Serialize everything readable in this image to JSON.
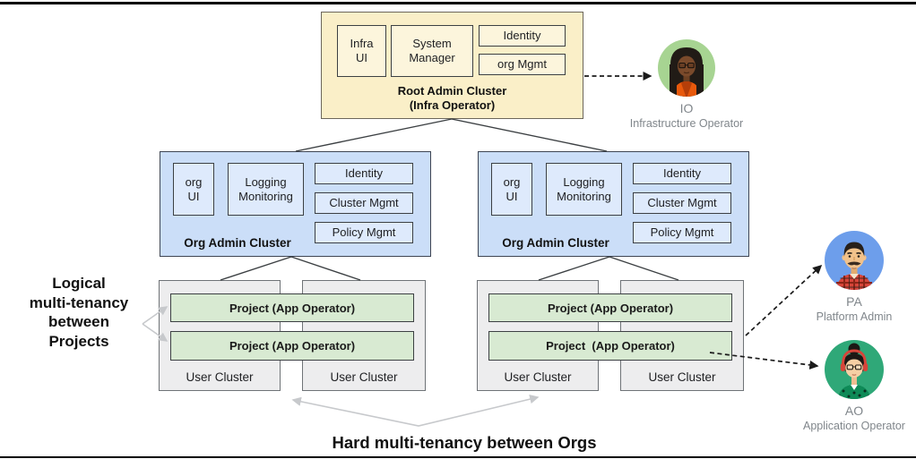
{
  "colors": {
    "root_fill": "#FAEFC8",
    "root_module_fill": "#FCF5DC",
    "root_border": "#6C675B",
    "org_fill": "#CBDEF8",
    "org_module_fill": "#DEEAFC",
    "org_border": "#3E4553",
    "module_border": "#3C4043",
    "project_fill": "#D8EAD2",
    "user_cluster_fill": "#EDEDEE",
    "user_cluster_border": "#6F7377",
    "text_dark": "#202124",
    "line": "#3C4043",
    "gray_arrow": "#C7C9CC",
    "dashed_arrow": "#1A1A1A",
    "persona_text": "#80868B",
    "io_bg": "#A7D492",
    "pa_bg": "#6D9EEB",
    "ao_bg": "#2FA878",
    "frame": "#000000"
  },
  "root_cluster": {
    "title": "Root Admin Cluster",
    "subtitle": "(Infra Operator)",
    "modules": [
      "Infra\nUI",
      "System\nManager",
      "Identity",
      "org Mgmt"
    ]
  },
  "org_clusters": [
    {
      "title": "Org Admin Cluster",
      "modules": [
        "org\nUI",
        "Logging\nMonitoring",
        "Identity",
        "Cluster Mgmt",
        "Policy Mgmt"
      ]
    },
    {
      "title": "Org Admin Cluster",
      "modules": [
        "org\nUI",
        "Logging\nMonitoring",
        "Identity",
        "Cluster Mgmt",
        "Policy Mgmt"
      ]
    }
  ],
  "user_groups": [
    {
      "projects": [
        "Project (App Operator)",
        "Project (App Operator)"
      ],
      "user_clusters": [
        "User Cluster",
        "User Cluster"
      ]
    },
    {
      "projects": [
        "Project (App Operator)",
        "Project  (App Operator)"
      ],
      "user_clusters": [
        "User Cluster",
        "User Cluster"
      ]
    }
  ],
  "personas": [
    {
      "abbr": "IO",
      "role": "Infrastructure Operator"
    },
    {
      "abbr": "PA",
      "role": "Platform Admin"
    },
    {
      "abbr": "AO",
      "role": "Application Operator"
    }
  ],
  "annotations": {
    "left": "Logical\nmulti-tenancy\nbetween\nProjects",
    "bottom": "Hard multi-tenancy between Orgs"
  }
}
